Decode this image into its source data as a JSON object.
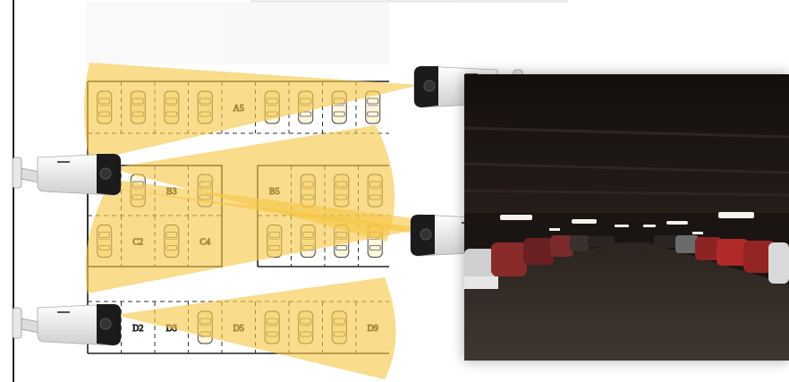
{
  "diagram": {
    "colors": {
      "coverage_fill": "#f6c646",
      "coverage_opacity": 0.62,
      "camera_body": "#eeeeee",
      "camera_face": "#1b1b1b",
      "camera_brand": "#555555",
      "photo_floor": "#3a332c",
      "photo_ceiling": "#1a1512",
      "photo_light": "#f4f2ea"
    },
    "rows": [
      {
        "id": "row-a",
        "spaces": [
          {
            "label": "",
            "car": true
          },
          {
            "label": "",
            "car": true
          },
          {
            "label": "",
            "car": true
          },
          {
            "label": "",
            "car": true
          },
          {
            "label": "A5",
            "car": false
          },
          {
            "label": "",
            "car": true
          },
          {
            "label": "",
            "car": true
          },
          {
            "label": "",
            "car": true
          },
          {
            "label": "",
            "car": true
          }
        ]
      },
      {
        "id": "row-b-left",
        "spaces": [
          {
            "label": "",
            "car": false
          },
          {
            "label": "",
            "car": true
          },
          {
            "label": "B3",
            "car": false
          },
          {
            "label": "",
            "car": true
          }
        ]
      },
      {
        "id": "row-b-right",
        "spaces": [
          {
            "label": "B5",
            "car": false
          },
          {
            "label": "",
            "car": true
          },
          {
            "label": "",
            "car": true
          },
          {
            "label": "",
            "car": true
          }
        ]
      },
      {
        "id": "row-c-left",
        "spaces": [
          {
            "label": "",
            "car": true
          },
          {
            "label": "C2",
            "car": false
          },
          {
            "label": "",
            "car": true
          },
          {
            "label": "C4",
            "car": false
          }
        ]
      },
      {
        "id": "row-c-right",
        "spaces": [
          {
            "label": "",
            "car": true
          },
          {
            "label": "",
            "car": true
          },
          {
            "label": "",
            "car": true
          },
          {
            "label": "",
            "car": true
          }
        ]
      },
      {
        "id": "row-d",
        "spaces": [
          {
            "label": "",
            "car": false
          },
          {
            "label": "D2",
            "car": false
          },
          {
            "label": "D3",
            "car": false
          },
          {
            "label": "",
            "car": true
          },
          {
            "label": "D5",
            "car": false
          },
          {
            "label": "",
            "car": true
          },
          {
            "label": "",
            "car": true
          },
          {
            "label": "",
            "car": true
          },
          {
            "label": "D9",
            "car": false
          }
        ]
      }
    ],
    "cameras": [
      {
        "id": "camera-top-right",
        "facing": "left"
      },
      {
        "id": "camera-left-middle",
        "facing": "right"
      },
      {
        "id": "camera-right-middle",
        "facing": "left"
      },
      {
        "id": "camera-left-bottom",
        "facing": "right"
      }
    ],
    "photo": {
      "subject": "underground-parking-garage"
    }
  }
}
